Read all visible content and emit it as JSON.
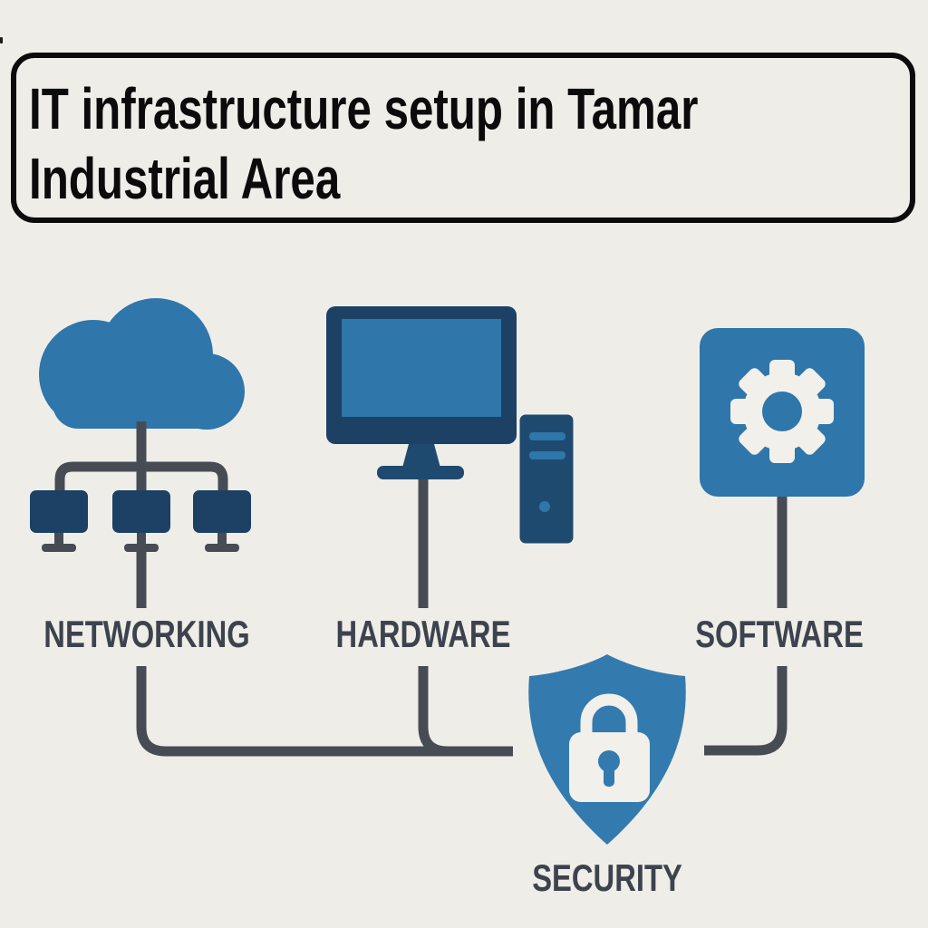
{
  "title": {
    "line1": "IT infrastructure setup in Tamar",
    "line2": "Industrial Area"
  },
  "nodes": {
    "networking": {
      "label": "NETWORKING",
      "icon": "cloud-network-icon"
    },
    "hardware": {
      "label": "HARDWARE",
      "icon": "desktop-computer-icon"
    },
    "software": {
      "label": "SOFTWARE",
      "icon": "gear-icon"
    },
    "security": {
      "label": "SECURITY",
      "icon": "shield-lock-icon"
    }
  },
  "colors": {
    "background": "#efede8",
    "blue": "#2f76aa",
    "navy": "#1c4164",
    "navy-light": "#1f4a70",
    "line": "#474c54",
    "label": "#3d434d",
    "white": "#f2f0ea",
    "ink": "#0b0b0b",
    "shield": "#337bae"
  }
}
